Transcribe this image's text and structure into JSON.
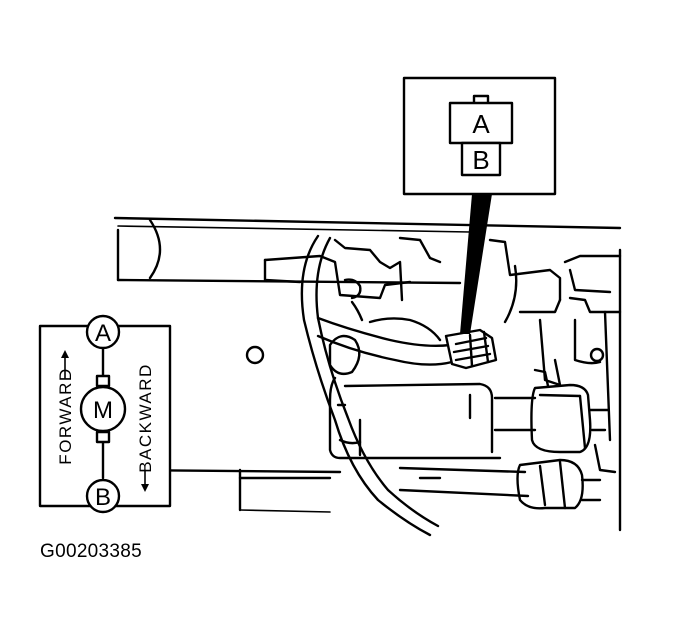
{
  "connector_inset": {
    "terminal_a": "A",
    "terminal_b": "B"
  },
  "motor_schematic": {
    "terminal_a": "A",
    "terminal_b": "B",
    "motor_symbol": "M",
    "left_label": "FORWARD",
    "right_label": "BACKWARD",
    "motor_icon": "motor-symbol-icon",
    "arrow_icon": "direction-arrow-icon"
  },
  "figure_id": "G00203385"
}
